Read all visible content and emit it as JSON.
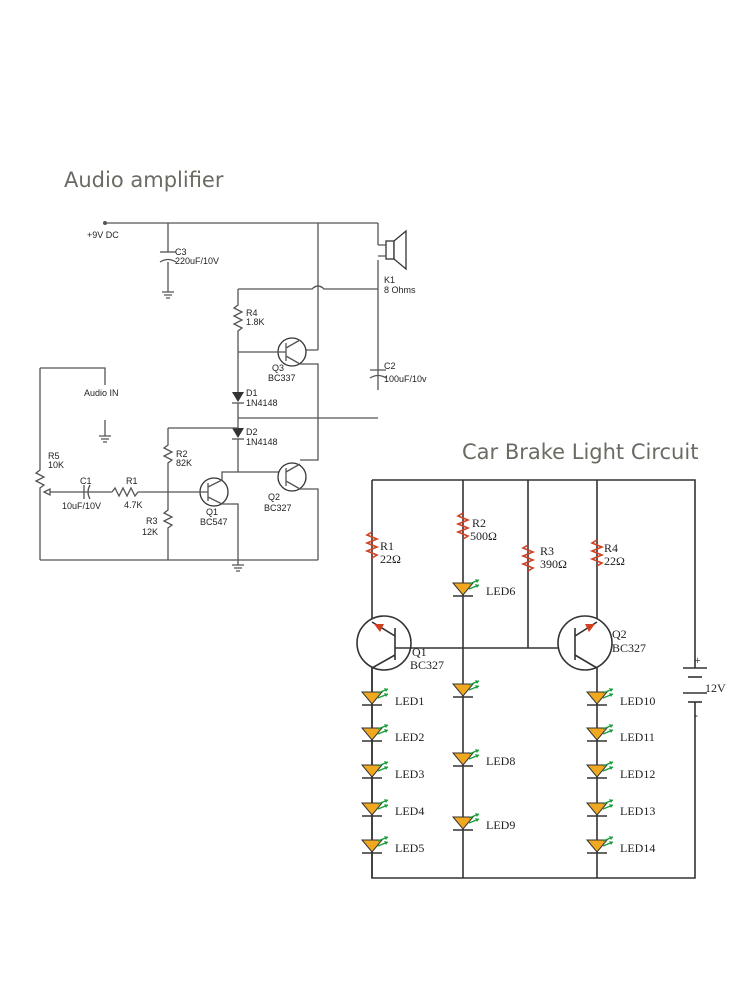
{
  "titles": {
    "audio": "Audio amplifier",
    "brake": "Car Brake Light Circuit"
  },
  "audio": {
    "supply": "+9V DC",
    "c3": [
      "C3",
      "220uF/10V"
    ],
    "k1": [
      "K1",
      "8 Ohms"
    ],
    "r4": [
      "R4",
      "1.8K"
    ],
    "q3": [
      "Q3",
      "BC337"
    ],
    "c2": [
      "C2",
      "100uF/10v"
    ],
    "audio_in": "Audio IN",
    "d1": [
      "D1",
      "1N4148"
    ],
    "d2": [
      "D2",
      "1N4148"
    ],
    "r2": [
      "R2",
      "82K"
    ],
    "r5": [
      "R5",
      "10K"
    ],
    "c1": [
      "C1",
      "10uF/10V"
    ],
    "r1": [
      "R1",
      "4.7K"
    ],
    "q1": [
      "Q1",
      "BC547"
    ],
    "q2": [
      "Q2",
      "BC327"
    ],
    "r3": [
      "R3",
      "12K"
    ]
  },
  "brake": {
    "r1": [
      "R1",
      "22Ω"
    ],
    "r2": [
      "R2",
      "500Ω"
    ],
    "r3": [
      "R3",
      "390Ω"
    ],
    "r4": [
      "R4",
      "22Ω"
    ],
    "q1": [
      "Q1",
      "BC327"
    ],
    "q2": [
      "Q2",
      "BC327"
    ],
    "battery": "12V",
    "plus": "+",
    "minus": "-",
    "leds_left": [
      "LED1",
      "LED2",
      "LED3",
      "LED4",
      "LED5"
    ],
    "led6": "LED6",
    "leds_mid": [
      "LED8",
      "LED9"
    ],
    "leds_right": [
      "LED10",
      "LED11",
      "LED12",
      "LED13",
      "LED14"
    ]
  }
}
